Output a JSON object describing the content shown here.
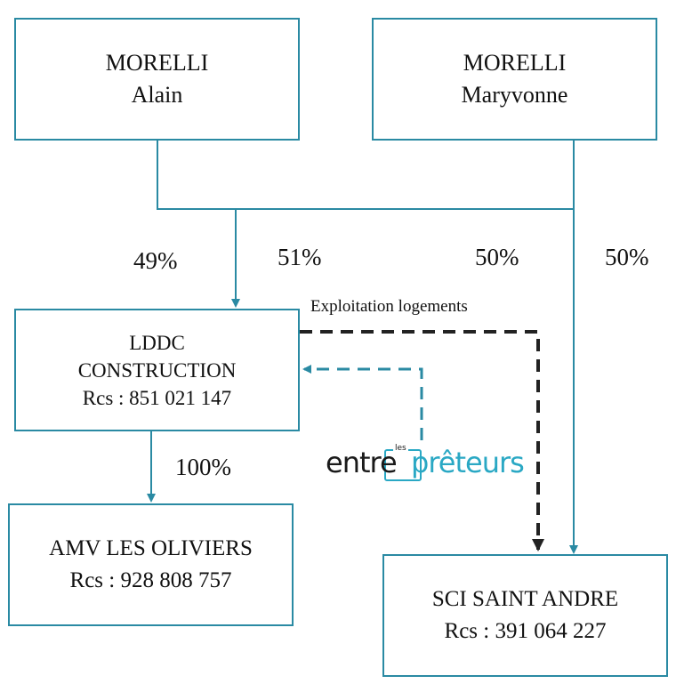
{
  "nodes": {
    "alain": {
      "name": "MORELLI",
      "first": "Alain"
    },
    "maryvonne": {
      "name": "MORELLI",
      "first": "Maryvonne"
    },
    "lddc": {
      "line1": "LDDC",
      "line2": "CONSTRUCTION",
      "rcs": "Rcs : 851 021 147"
    },
    "amv": {
      "line1": "AMV LES OLIVIERS",
      "rcs": "Rcs : 928 808 757"
    },
    "sci": {
      "line1": "SCI SAINT ANDRE",
      "rcs": "Rcs : 391 064 227"
    }
  },
  "labels": {
    "alain_lddc": "49%",
    "maryvonne_lddc": "51%",
    "alain_sci": "50%",
    "maryvonne_sci": "50%",
    "lddc_amv": "100%",
    "exploitation": "Exploitation logements"
  },
  "logo": {
    "small": "les",
    "word1": "entre",
    "word2": "prêteurs"
  },
  "colors": {
    "teal": "#2a8aa3",
    "dark_dashed": "#222222",
    "logo_teal": "#2aa8c4"
  }
}
